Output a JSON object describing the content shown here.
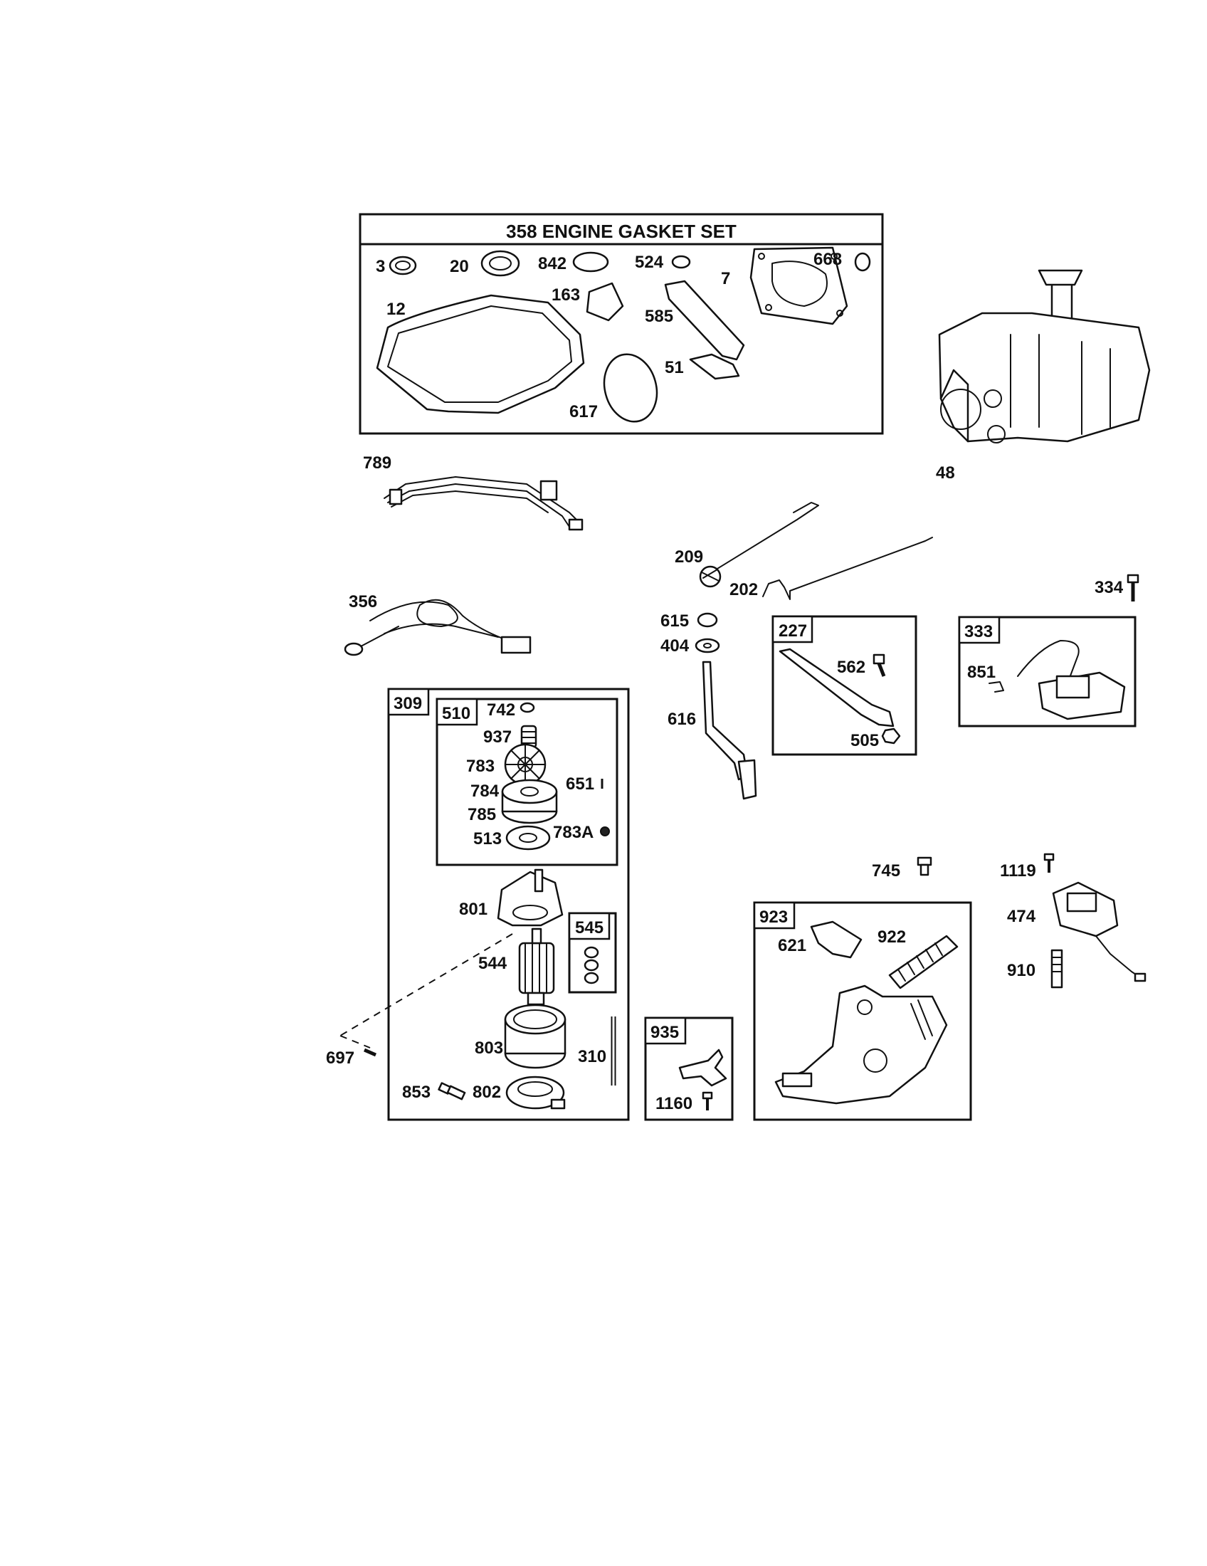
{
  "gasket_set": {
    "title": "358 ENGINE GASKET SET"
  },
  "labels": {
    "p3": "3",
    "p20": "20",
    "p842": "842",
    "p524": "524",
    "p7": "7",
    "p668": "668",
    "p12": "12",
    "p163": "163",
    "p585": "585",
    "p51": "51",
    "p617": "617",
    "p48": "48",
    "p789": "789",
    "p209": "209",
    "p202": "202",
    "p334": "334",
    "p356": "356",
    "p615": "615",
    "p404": "404",
    "p616": "616",
    "p227": "227",
    "p562": "562",
    "p505": "505",
    "p333": "333",
    "p851": "851",
    "p309": "309",
    "p510": "510",
    "p742": "742",
    "p937": "937",
    "p783": "783",
    "p651": "651",
    "p784": "784",
    "p785": "785",
    "p783a": "783A",
    "p513": "513",
    "p801": "801",
    "p545": "545",
    "p544": "544",
    "p697": "697",
    "p803": "803",
    "p310": "310",
    "p853": "853",
    "p802": "802",
    "p935": "935",
    "p1160": "1160",
    "p745": "745",
    "p923": "923",
    "p621": "621",
    "p922": "922",
    "p1119": "1119",
    "p474": "474",
    "p910": "910"
  }
}
